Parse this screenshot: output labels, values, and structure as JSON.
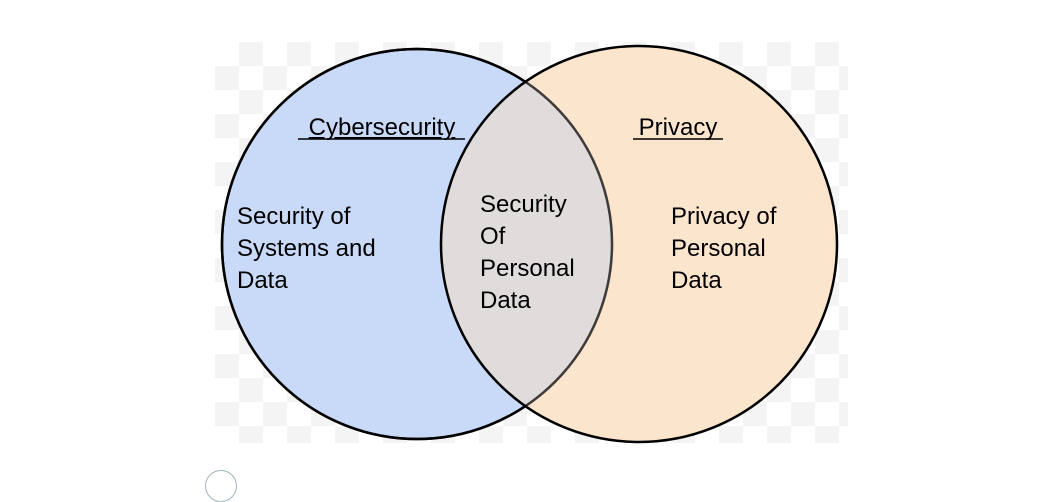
{
  "diagram": {
    "type": "venn",
    "sets": [
      {
        "title": "Cybersecurity",
        "description_lines": [
          "Security of",
          "Systems and",
          "Data"
        ],
        "color": "#c9daf8"
      },
      {
        "title": "Privacy",
        "description_lines": [
          "Privacy of",
          "Personal",
          "Data"
        ],
        "color": "#fce5cd"
      }
    ],
    "intersection": {
      "description_lines": [
        "Security",
        "Of",
        "Personal",
        "Data"
      ],
      "color": "#e0dcdc"
    }
  }
}
